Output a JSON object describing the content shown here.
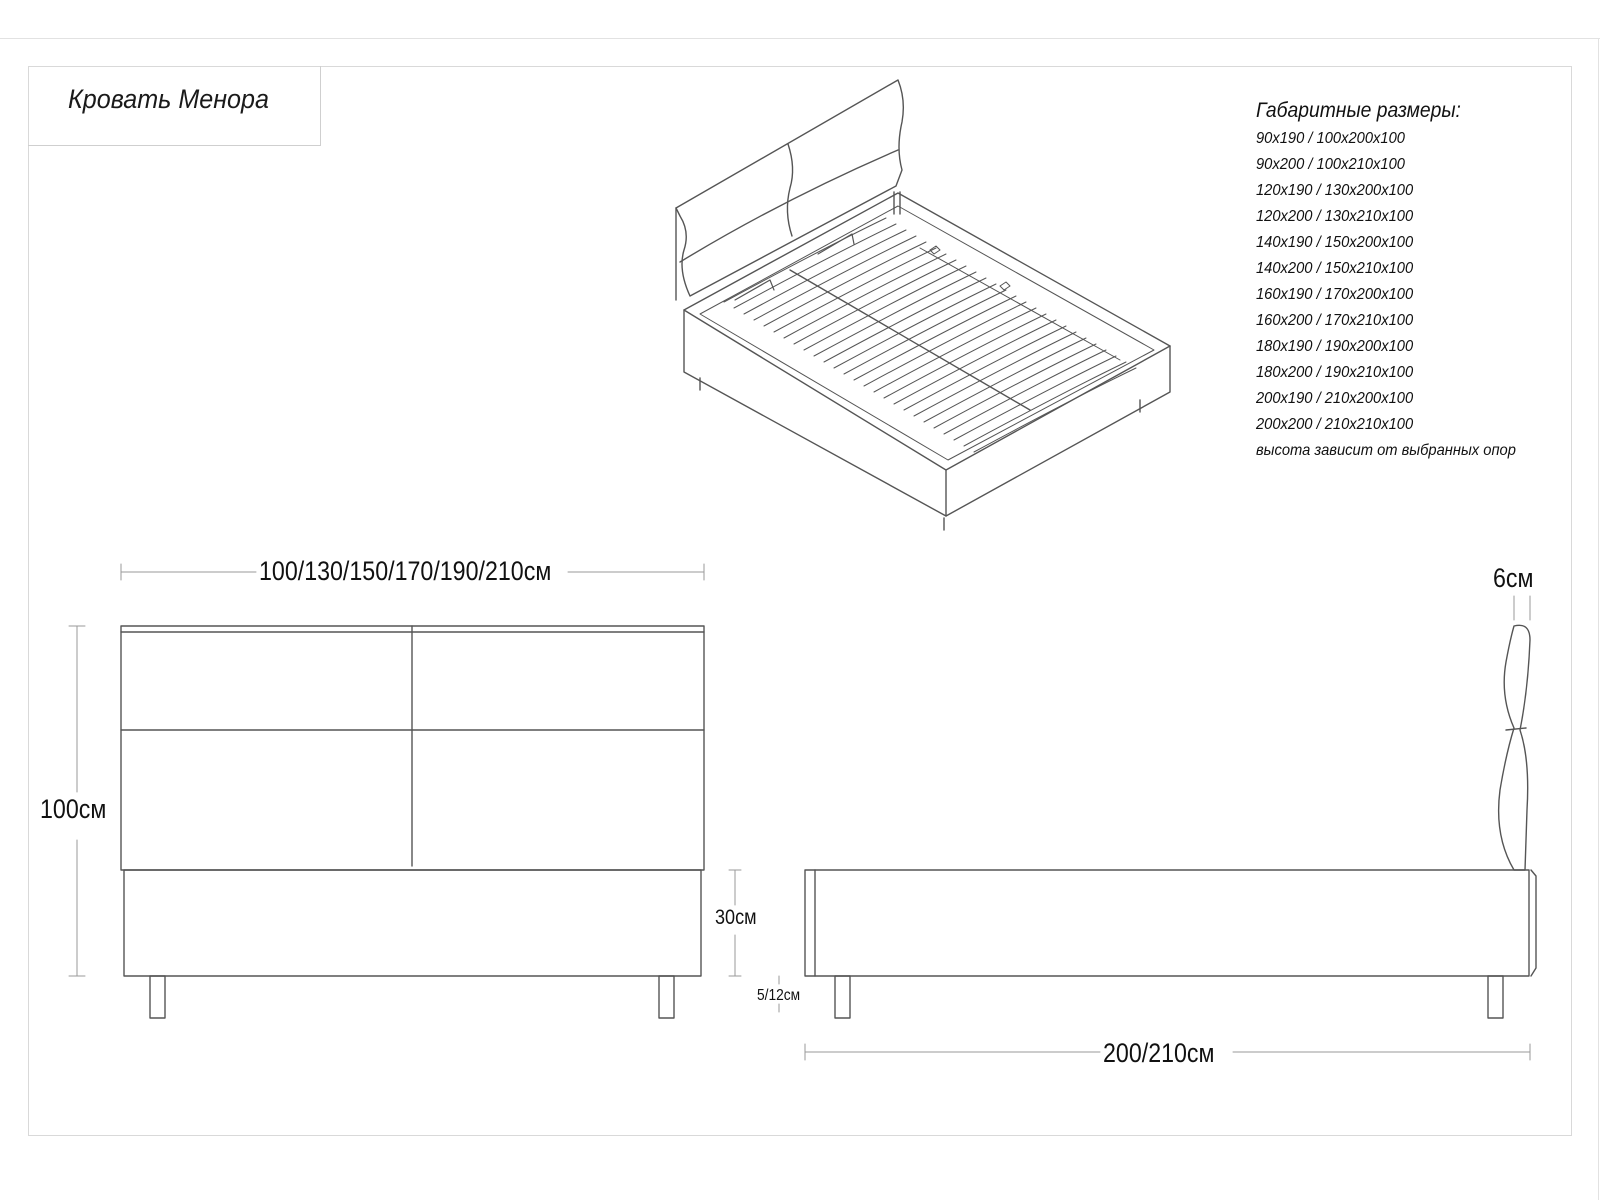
{
  "title": "Кровать Менора",
  "specs": {
    "header": "Габаритные размеры:",
    "rows": [
      "90х190 / 100х200х100",
      "90х200 / 100х210х100",
      "120х190 / 130х200х100",
      "120х200 / 130х210х100",
      "140х190 / 150х200х100",
      "140х200 / 150х210х100",
      "160х190 / 170х200х100",
      "160х200 / 170х210х100",
      "180х190 / 190х200х100",
      "180х200 / 190х210х100",
      "200х190 / 210х200х100",
      "200х200 / 210х210х100",
      "высота зависит от выбранных опор"
    ]
  },
  "dimensions": {
    "front_width": "100/130/150/170/190/210см",
    "front_height": "100см",
    "base_height": "30см",
    "leg_height": "5/12см",
    "side_length": "200/210см",
    "headboard_thickness": "6см"
  },
  "colors": {
    "line": "#555555",
    "dim_line": "#9a9a9a"
  }
}
